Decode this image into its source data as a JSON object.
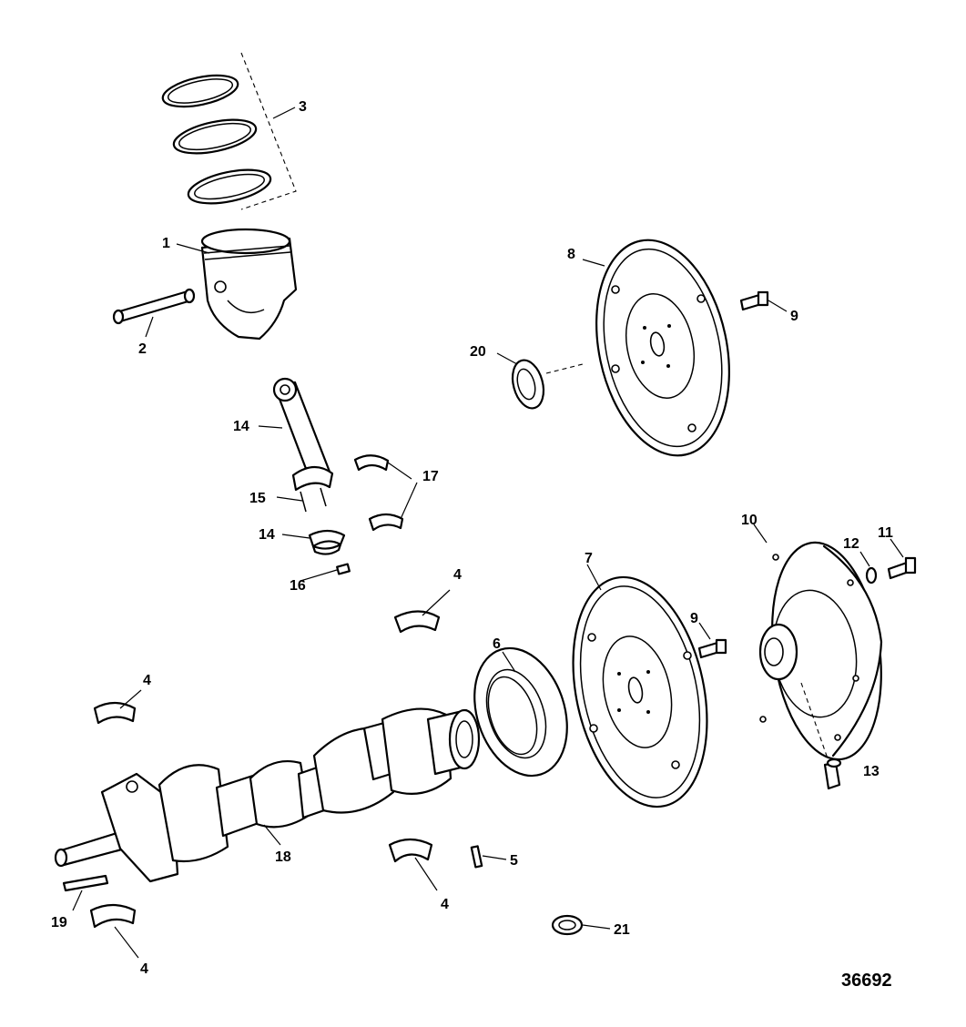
{
  "callouts": {
    "c1": "1",
    "c2": "2",
    "c3": "3",
    "c4a": "4",
    "c4b": "4",
    "c4c": "4",
    "c4d": "4",
    "c5": "5",
    "c6": "6",
    "c7": "7",
    "c8": "8",
    "c9a": "9",
    "c9b": "9",
    "c10": "10",
    "c11": "11",
    "c12": "12",
    "c13": "13",
    "c14a": "14",
    "c14b": "14",
    "c15": "15",
    "c16": "16",
    "c17": "17",
    "c18": "18",
    "c19": "19",
    "c20": "20",
    "c21": "21"
  },
  "figure_number": "36692"
}
